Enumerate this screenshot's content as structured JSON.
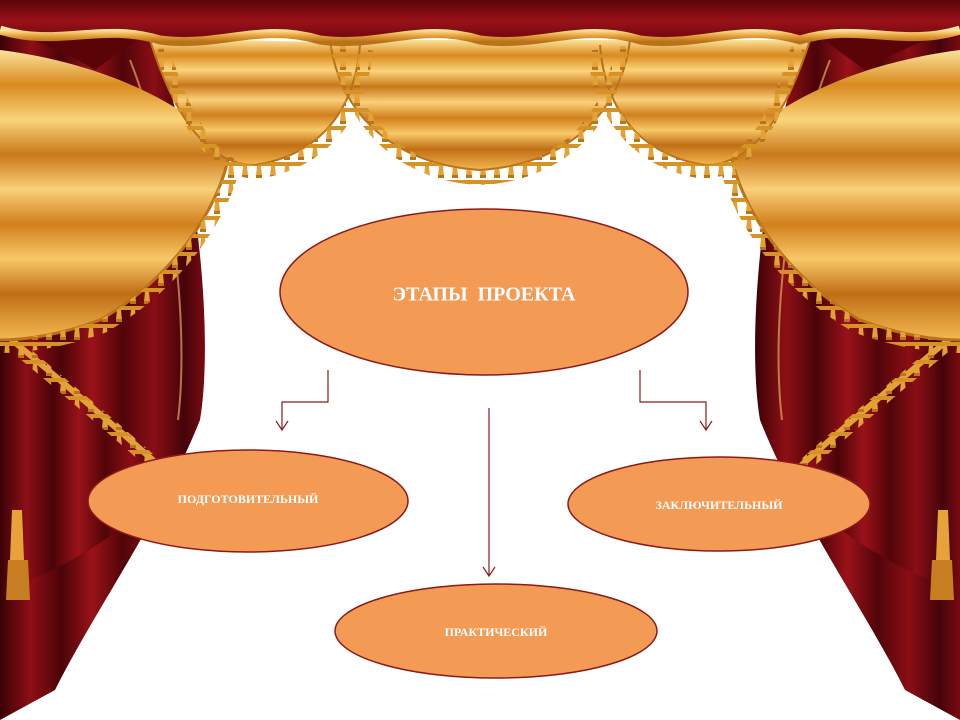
{
  "diagram": {
    "title": "ЭТАПЫ  ПРОЕКТА",
    "stages": [
      {
        "label": "ПОДГОТОВИТЕЛЬНЫЙ"
      },
      {
        "label": "ПРАКТИЧЕСКИЙ"
      },
      {
        "label": "ЗАКЛЮЧИТЕЛЬНЫЙ"
      }
    ]
  },
  "colors": {
    "node_fill": "#f39a55",
    "node_stroke": "#8b1a1a",
    "arrow": "#8b1a1a",
    "curtain_red": "#7a0a10",
    "curtain_gold": "#f0b040",
    "label_text": "#ffffff"
  }
}
